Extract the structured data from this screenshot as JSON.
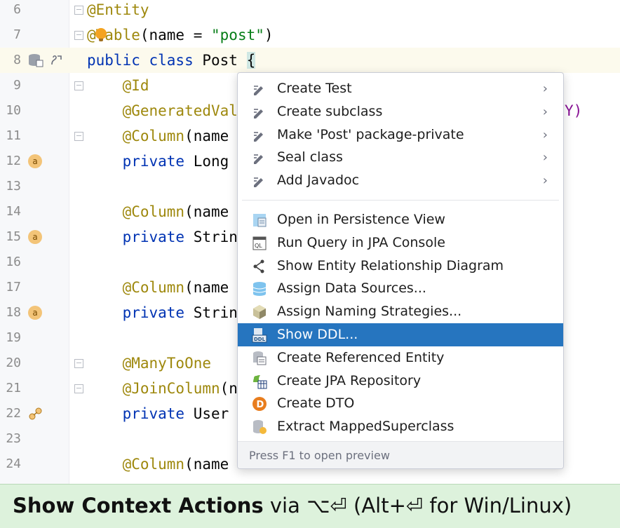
{
  "editor": {
    "lines": [
      {
        "num": "6",
        "parts": [
          {
            "t": "@Entity",
            "c": "ann"
          }
        ]
      },
      {
        "num": "7",
        "parts": [
          {
            "t": "@Table",
            "c": "ann"
          },
          {
            "t": "(name = "
          },
          {
            "t": "\"post\"",
            "c": "str"
          },
          {
            "t": ")"
          }
        ]
      },
      {
        "num": "8",
        "parts": [
          {
            "t": "public class ",
            "c": "kw"
          },
          {
            "t": "Post "
          },
          {
            "t": "{",
            "c": "brace"
          }
        ]
      },
      {
        "num": "9",
        "parts": [
          {
            "t": "    @Id",
            "c": "ann"
          }
        ]
      },
      {
        "num": "10",
        "parts": [
          {
            "t": "    @GeneratedVal",
            "c": "ann"
          }
        ]
      },
      {
        "num": "11",
        "parts": [
          {
            "t": "    @Column",
            "c": "ann"
          },
          {
            "t": "(name"
          }
        ]
      },
      {
        "num": "12",
        "parts": [
          {
            "t": "    private ",
            "c": "kw"
          },
          {
            "t": "Long"
          }
        ]
      },
      {
        "num": "13",
        "parts": []
      },
      {
        "num": "14",
        "parts": [
          {
            "t": "    @Column",
            "c": "ann"
          },
          {
            "t": "(name"
          }
        ]
      },
      {
        "num": "15",
        "parts": [
          {
            "t": "    private ",
            "c": "kw"
          },
          {
            "t": "Strin"
          }
        ]
      },
      {
        "num": "16",
        "parts": []
      },
      {
        "num": "17",
        "parts": [
          {
            "t": "    @Column",
            "c": "ann"
          },
          {
            "t": "(name"
          }
        ]
      },
      {
        "num": "18",
        "parts": [
          {
            "t": "    private ",
            "c": "kw"
          },
          {
            "t": "Strin"
          }
        ]
      },
      {
        "num": "19",
        "parts": []
      },
      {
        "num": "20",
        "parts": [
          {
            "t": "    @ManyToOne",
            "c": "ann"
          }
        ]
      },
      {
        "num": "21",
        "parts": [
          {
            "t": "    @JoinColumn",
            "c": "ann"
          },
          {
            "t": "(n"
          }
        ]
      },
      {
        "num": "22",
        "parts": [
          {
            "t": "    private ",
            "c": "kw"
          },
          {
            "t": "User"
          }
        ]
      },
      {
        "num": "23",
        "parts": []
      },
      {
        "num": "24",
        "parts": [
          {
            "t": "    @Column",
            "c": "ann"
          },
          {
            "t": "(name"
          }
        ]
      }
    ],
    "trailing_code": "Y)",
    "gutter_badge_letter": "a"
  },
  "context_menu": {
    "items": [
      {
        "label": "Create Test",
        "icon": "intention-icon",
        "submenu": true
      },
      {
        "label": "Create subclass",
        "icon": "intention-icon",
        "submenu": true
      },
      {
        "label": "Make 'Post' package-private",
        "icon": "intention-icon",
        "submenu": true
      },
      {
        "label": "Seal class",
        "icon": "intention-icon",
        "submenu": true
      },
      {
        "label": "Add Javadoc",
        "icon": "intention-icon",
        "submenu": true
      },
      {
        "label": "Open in Persistence View",
        "icon": "persistence-view-icon"
      },
      {
        "label": "Run Query in JPA Console",
        "icon": "jpa-console-icon"
      },
      {
        "label": "Show Entity Relationship Diagram",
        "icon": "diagram-icon"
      },
      {
        "label": "Assign Data Sources...",
        "icon": "data-source-icon"
      },
      {
        "label": "Assign Naming Strategies...",
        "icon": "naming-strategy-icon"
      },
      {
        "label": "Show DDL...",
        "icon": "ddl-icon",
        "selected": true
      },
      {
        "label": "Create Referenced Entity",
        "icon": "referenced-entity-icon"
      },
      {
        "label": "Create JPA Repository",
        "icon": "jpa-repository-icon"
      },
      {
        "label": "Create DTO",
        "icon": "dto-icon"
      },
      {
        "label": "Extract MappedSuperclass",
        "icon": "mapped-superclass-icon"
      }
    ],
    "chevron": "›",
    "footer_hint": "Press F1 to open preview"
  },
  "banner": {
    "bold_text": "Show Context Actions",
    "rest_text": " via ⌥⏎ (Alt+⏎ for Win/Linux)"
  },
  "colors": {
    "selection": "#2675bf",
    "banner_bg": "#ddf2dc",
    "keyword": "#0033b3",
    "annotation": "#9e880d",
    "string": "#067d17"
  }
}
